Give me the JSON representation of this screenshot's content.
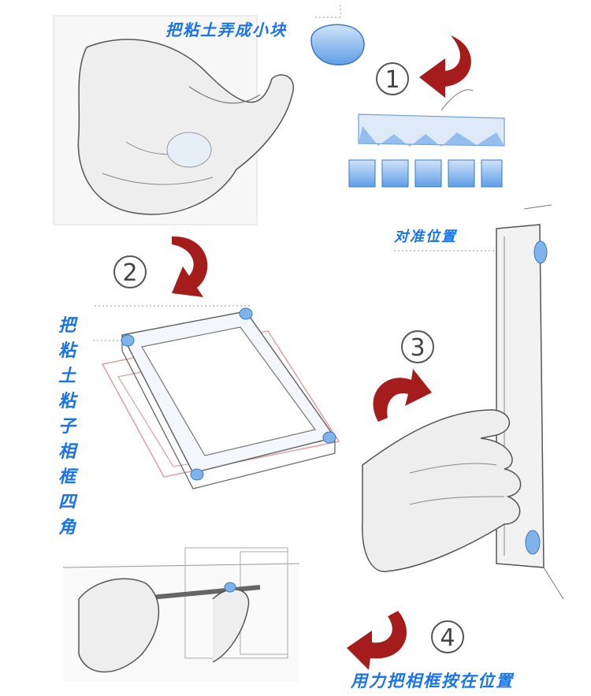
{
  "steps": [
    {
      "number": "1",
      "label": "把粘土弄成小块"
    },
    {
      "number": "2",
      "label": "把粘土粘子相框四角"
    },
    {
      "number": "3",
      "label": "对准位置"
    },
    {
      "number": "4",
      "label": "用力把相框按在位置"
    }
  ],
  "colors": {
    "label": "#1a73e8",
    "arrow": "#a51c1c",
    "putty": "#7fb3ea"
  }
}
